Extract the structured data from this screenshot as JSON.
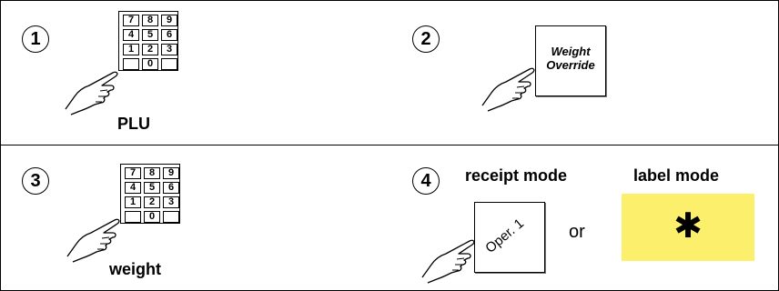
{
  "steps": [
    {
      "number": "1",
      "caption": "PLU"
    },
    {
      "number": "2",
      "button_label_line1": "Weight",
      "button_label_line2": "Override"
    },
    {
      "number": "3",
      "caption": "weight"
    },
    {
      "number": "4",
      "receipt_mode_label": "receipt mode",
      "label_mode_label": "label mode",
      "receipt_key_label": "Oper. 1",
      "separator": "or",
      "label_key_symbol": "✱"
    }
  ],
  "keypad": {
    "row1": [
      "7",
      "8",
      "9"
    ],
    "row2": [
      "4",
      "5",
      "6"
    ],
    "row3": [
      "1",
      "2",
      "3"
    ],
    "row4": [
      "",
      "0",
      ""
    ]
  },
  "colors": {
    "label_key_background": "#fbef6b",
    "line": "#000000"
  },
  "icons": [
    "pointing-hand-icon",
    "keypad-icon",
    "weight-override-key-icon",
    "operator-key-icon",
    "asterisk-key-icon"
  ]
}
